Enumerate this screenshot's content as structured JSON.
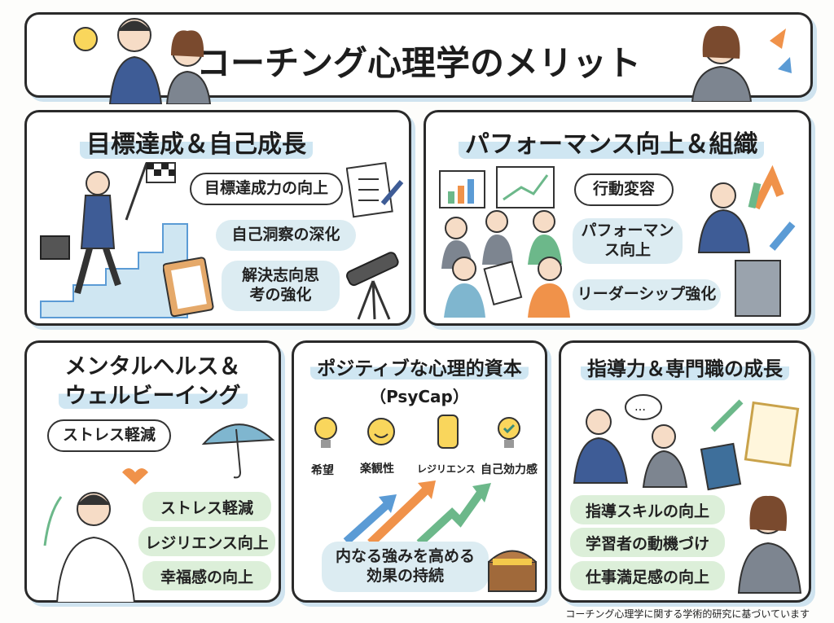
{
  "header": {
    "title": "コーチング心理学のメリット"
  },
  "panels": {
    "goal": {
      "title": "目標達成＆自己成長",
      "items": [
        "目標達成力の向上",
        "自己洞察の深化",
        "解決志向思考の強化"
      ]
    },
    "performance": {
      "title": "パフォーマンス向上＆組織",
      "items": [
        "行動変容",
        "パフォーマンス向上",
        "リーダーシップ強化"
      ]
    },
    "mental": {
      "title_line1": "メンタルヘルス＆",
      "title_line2": "ウェルビーイング",
      "bubble": "ストレス軽減",
      "items": [
        "ストレス軽減",
        "レジリエンス向上",
        "幸福感の向上"
      ]
    },
    "psycap": {
      "title": "ポジティブな心理的資本",
      "subtitle": "（PsyCap）",
      "components": [
        "希望",
        "楽観性",
        "レジリエンス",
        "自己効力感"
      ],
      "bubble_line1": "内なる強みを高める",
      "bubble_line2": "効果の持続"
    },
    "leadership": {
      "title": "指導力＆専門職の成長",
      "items": [
        "指導スキルの向上",
        "学習者の動機づけ",
        "仕事満足感の向上"
      ]
    }
  },
  "footer": {
    "note": "コーチング心理学に関する学術的研究に基づいています"
  },
  "colors": {
    "border": "#2a2a2a",
    "highlight": "#cfe6f2",
    "bubble": "#dcecf2",
    "pill": "#dcefd9",
    "blue": "#5b9bd5",
    "orange": "#f0924a",
    "green": "#6cb88a"
  }
}
